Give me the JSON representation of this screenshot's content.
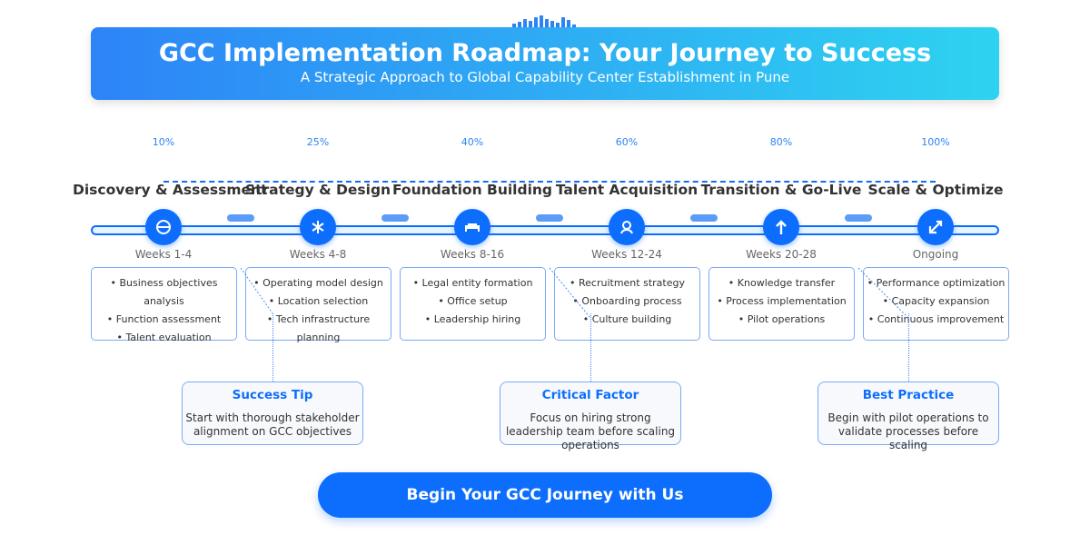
{
  "header": {
    "title": "GCC Implementation Roadmap: Your Journey to Success",
    "subtitle": "A Strategic Approach to Global Capability Center Establishment in Pune"
  },
  "accent_color": "#0d6efd",
  "phases": [
    {
      "title": "Discovery & Assessment",
      "progress": "10%",
      "weeks": "Weeks 1-4",
      "icon": "steering-wheel",
      "items": [
        "• Business objectives analysis",
        "• Function assessment",
        "• Talent evaluation"
      ]
    },
    {
      "title": "Strategy & Design",
      "progress": "25%",
      "weeks": "Weeks 4-8",
      "icon": "asterisk",
      "items": [
        "• Operating model design",
        "• Location selection",
        "• Tech infrastructure planning"
      ]
    },
    {
      "title": "Foundation Building",
      "progress": "40%",
      "weeks": "Weeks 8-16",
      "icon": "building",
      "items": [
        "• Legal entity formation",
        "• Office setup",
        "• Leadership hiring"
      ]
    },
    {
      "title": "Talent Acquisition",
      "progress": "60%",
      "weeks": "Weeks 12-24",
      "icon": "user",
      "items": [
        "• Recruitment strategy",
        "• Onboarding process",
        "• Culture building"
      ]
    },
    {
      "title": "Transition & Go-Live",
      "progress": "80%",
      "weeks": "Weeks 20-28",
      "icon": "arrow-up",
      "items": [
        "• Knowledge transfer",
        "• Process implementation",
        "• Pilot operations"
      ]
    },
    {
      "title": "Scale & Optimize",
      "progress": "100%",
      "weeks": "Ongoing",
      "icon": "scale-arrows",
      "items": [
        "• Performance optimization",
        "• Capacity expansion",
        "• Continuous improvement"
      ]
    }
  ],
  "tips": [
    {
      "title": "Success Tip",
      "text": "Start with thorough stakeholder alignment on GCC objectives"
    },
    {
      "title": "Critical Factor",
      "text": "Focus on hiring strong leadership team before scaling operations"
    },
    {
      "title": "Best Practice",
      "text": "Begin with pilot operations to validate processes before scaling"
    }
  ],
  "cta": {
    "label": "Begin Your GCC Journey with Us"
  }
}
